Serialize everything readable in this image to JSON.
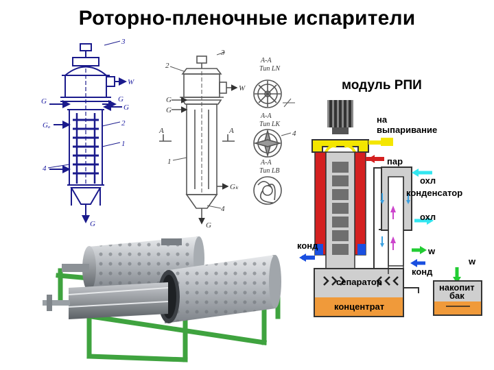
{
  "slide": {
    "title": "Роторно-пленочные испарители"
  },
  "left_drawing": {
    "callouts": [
      "3",
      "2",
      "1",
      "4"
    ],
    "streams": {
      "w": "W",
      "g_top": "G",
      "g_right": "G",
      "g_mid": "G",
      "g_d": "Gₐ",
      "g_bottom": "G"
    }
  },
  "middle_drawing": {
    "callouts": [
      "3",
      "2",
      "1",
      "4"
    ],
    "streams": {
      "w": "W",
      "g1": "G",
      "g2": "G",
      "g_bottom": "G",
      "g_k": "Gₖ"
    },
    "section_marks": [
      "A",
      "A"
    ]
  },
  "sections": {
    "labels": [
      {
        "title": "А-А",
        "type": "Тип LN"
      },
      {
        "title": "А-А",
        "type": "Тип LK"
      },
      {
        "title": "А-А",
        "type": "Тип LB"
      }
    ],
    "callout": "4"
  },
  "module": {
    "title": "модуль РПИ",
    "labels": {
      "evaporation": [
        "на",
        "выпаривание"
      ],
      "steam": "пар",
      "cool_top": "охл",
      "condenser": "конденсатор",
      "cool_bottom": "охл",
      "condensate_left": "конд",
      "w_right": "w",
      "condensate_right": "конд",
      "w_tank": "w",
      "separator": "сепаратор",
      "concentrate": "концентрат",
      "tank": [
        "накопит",
        "бак"
      ]
    },
    "colors": {
      "steam_red": "#d42020",
      "yellow": "#f4e600",
      "cool_cyan": "#33e6f0",
      "condensate_blue": "#1a4fe0",
      "w_green": "#22cc33",
      "concentrate_orange": "#f09a3a",
      "grey": "#cfcfcf",
      "dark": "#333333"
    }
  },
  "photo": {
    "colors": {
      "frame_green": "#3fa33f",
      "steel": "#b8bcc0",
      "background": "#ffffff"
    }
  }
}
